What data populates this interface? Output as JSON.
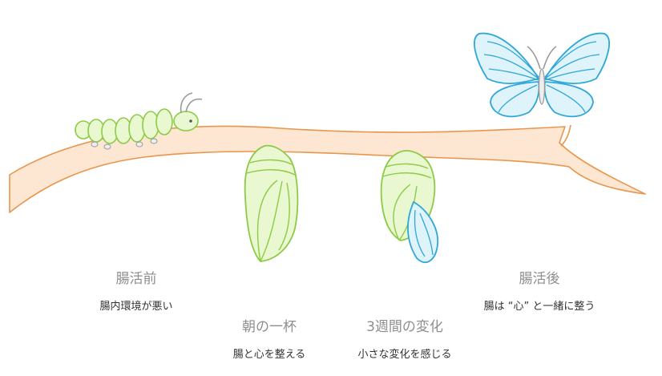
{
  "stages": [
    {
      "title": "腸活前",
      "desc": "腸内環境が悪い"
    },
    {
      "title": "朝の一杯",
      "desc": "腸と心を整える"
    },
    {
      "title": "3週間の変化",
      "desc": "小さな変化を感じる"
    },
    {
      "title": "腸活後",
      "desc": "腸は “心” と一緒に整う"
    }
  ],
  "colors": {
    "branch_fill": "#fde7d3",
    "branch_stroke": "#e8964c",
    "green_fill": "#eaf8d2",
    "green_stroke": "#8ccb45",
    "blue_fill": "#dff3fb",
    "blue_stroke": "#2fa7d8",
    "antenna": "#9a9a9a"
  },
  "icons": [
    "caterpillar-icon",
    "chrysalis-icon",
    "emerging-chrysalis-icon",
    "butterfly-icon"
  ]
}
